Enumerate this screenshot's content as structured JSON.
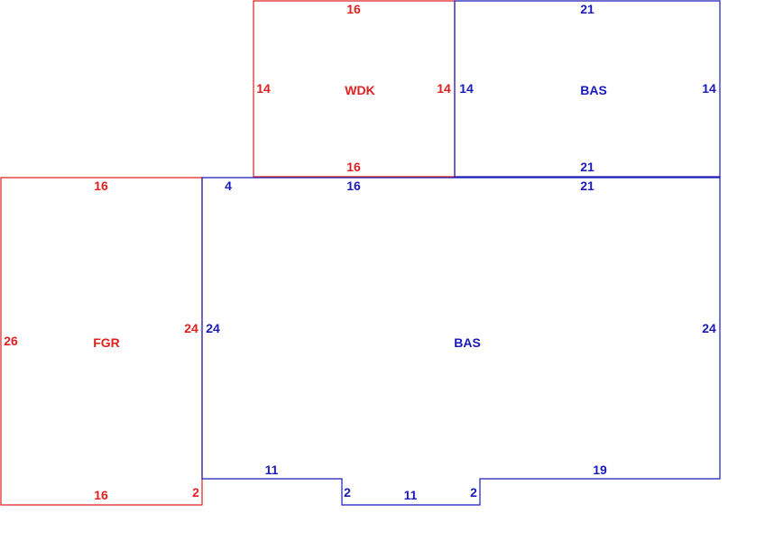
{
  "colors": {
    "red": "#e02020",
    "blue": "#1a1ab8",
    "background": "#ffffff"
  },
  "areas": [
    {
      "code": "WDK",
      "color": "red",
      "dims": {
        "top": "16",
        "bottom": "16",
        "left": "14",
        "right": "14"
      }
    },
    {
      "code": "BAS",
      "color": "blue",
      "dims": {
        "top": "21",
        "bottom": "21",
        "left": "14",
        "right": "14"
      }
    },
    {
      "code": "FGR",
      "color": "red",
      "dims": {
        "top": "16",
        "bottom": "16",
        "left": "26",
        "right": "24",
        "bottom_right": "2"
      }
    },
    {
      "code": "BAS",
      "color": "blue",
      "dims": {
        "top_left": "4",
        "top_mid": "16",
        "top_right": "21",
        "left": "24",
        "right": "24",
        "bottom_left": "11",
        "notch_left": "2",
        "notch_bottom": "11",
        "notch_right": "2",
        "bottom_right": "19"
      }
    }
  ]
}
